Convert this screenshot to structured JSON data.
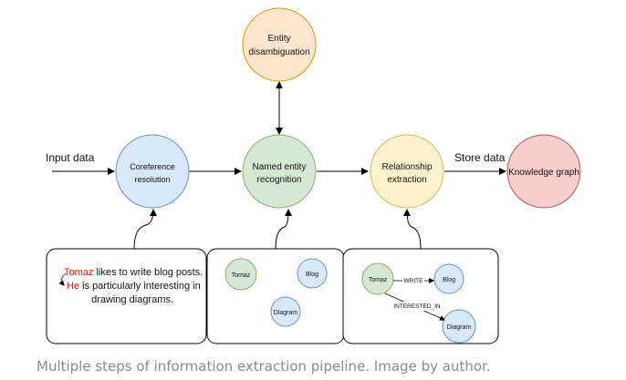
{
  "pipeline": {
    "input_label": "Input data",
    "store_label": "Store data",
    "nodes": {
      "coref": {
        "line1": "Coreference",
        "line2": "resolution",
        "color": "#dae8fc",
        "stroke": "#6c8ebf"
      },
      "ner": {
        "line1": "Named entity",
        "line2": "recognition",
        "color": "#d5e8d4",
        "stroke": "#82b366"
      },
      "rel": {
        "line1": "Relationship",
        "line2": "extraction",
        "color": "#fff2cc",
        "stroke": "#d6b656"
      },
      "kg": {
        "line1": "Knowledge graph",
        "color": "#f8cecc",
        "stroke": "#b85450"
      },
      "disamb": {
        "line1": "Entity",
        "line2": "disambiguation",
        "color": "#ffe6cc",
        "stroke": "#d79b00"
      }
    }
  },
  "example_text": {
    "word1": "Tomaz",
    "rest1": " likes to write blog posts.",
    "word2": "He",
    "rest2": " is particularly interesting in",
    "line3": "drawing diagrams.",
    "highlight_color": "#e51400"
  },
  "ner_panel": {
    "tomaz": "Tomaz",
    "blog": "Blog",
    "diagram": "Diagram"
  },
  "rel_panel": {
    "tomaz": "Tomaz",
    "blog": "Blog",
    "diagram": "Diagram",
    "edge_write": "WRITE",
    "edge_interested": "INTERESTED_IN"
  },
  "caption": "Multiple steps of information extraction pipeline. Image by author."
}
